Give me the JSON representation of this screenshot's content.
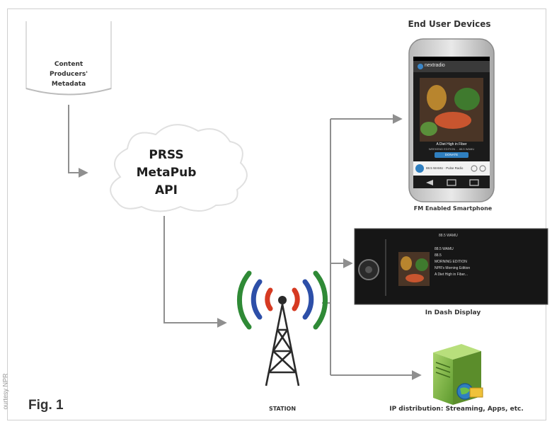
{
  "header": {
    "title": "End User Devices"
  },
  "figure_label": "Fig. 1",
  "credit": "ourtesy NPR",
  "nodes": {
    "source": {
      "lines": [
        "Content",
        "Producers'",
        "Metadata"
      ]
    },
    "api": {
      "lines": [
        "PRSS",
        "MetaPub",
        "API"
      ]
    },
    "station": {
      "label": "STATION"
    },
    "smartphone": {
      "caption": "FM Enabled Smartphone",
      "app_name": "nextradio",
      "story_title": "A Diet High in Fiber",
      "story_subtitle": "WEEKEND EDITION ... 88.5 WAMU",
      "button": "DONATE",
      "station_info": "88.5 WAMU · Pulse Radio"
    },
    "dash": {
      "caption": "In Dash Display",
      "freq": "88.5 WAMU",
      "items": [
        "88.5 WAMU",
        "88.5",
        "MORNING EDITION",
        "NPR's Morning Edition",
        "A Diet High in Fiber..."
      ]
    },
    "server": {
      "caption": "IP distribution: Streaming, Apps, etc."
    }
  },
  "colors": {
    "arrow": "#8f8f8f",
    "signal_inner": "#d63a22",
    "signal_middle": "#2d4fa8",
    "signal_outer": "#2f8a36",
    "server": "#8cbf4d",
    "cloud_edge": "#dcdcdc"
  }
}
